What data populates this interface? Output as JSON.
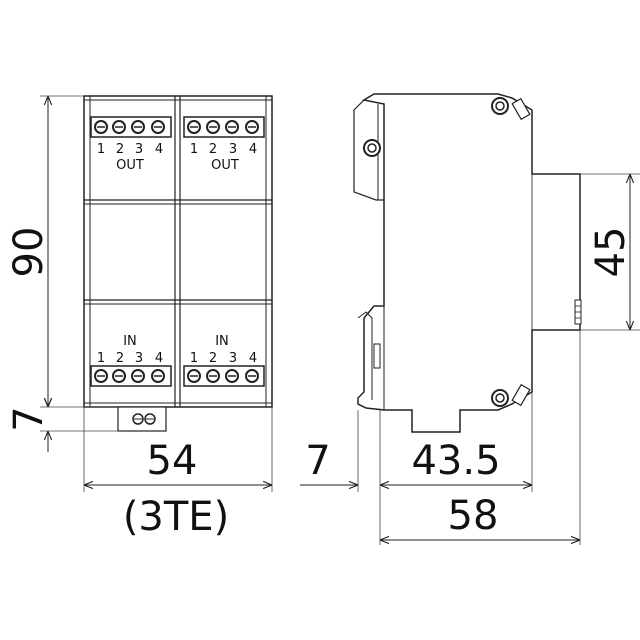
{
  "dimensions": {
    "height_total": "90",
    "rail_height": "7",
    "width_front": "54",
    "modules": "(3TE)",
    "side_rail": "7",
    "side_depth": "43.5",
    "side_total": "58",
    "side_height": "45"
  },
  "front_view": {
    "top_left": {
      "numbers": [
        "1",
        "2",
        "3",
        "4"
      ],
      "label": "OUT"
    },
    "top_right": {
      "numbers": [
        "1",
        "2",
        "3",
        "4"
      ],
      "label": "OUT"
    },
    "bottom_left": {
      "numbers": [
        "1",
        "2",
        "3",
        "4"
      ],
      "label": "IN"
    },
    "bottom_right": {
      "numbers": [
        "1",
        "2",
        "3",
        "4"
      ],
      "label": "IN"
    }
  }
}
